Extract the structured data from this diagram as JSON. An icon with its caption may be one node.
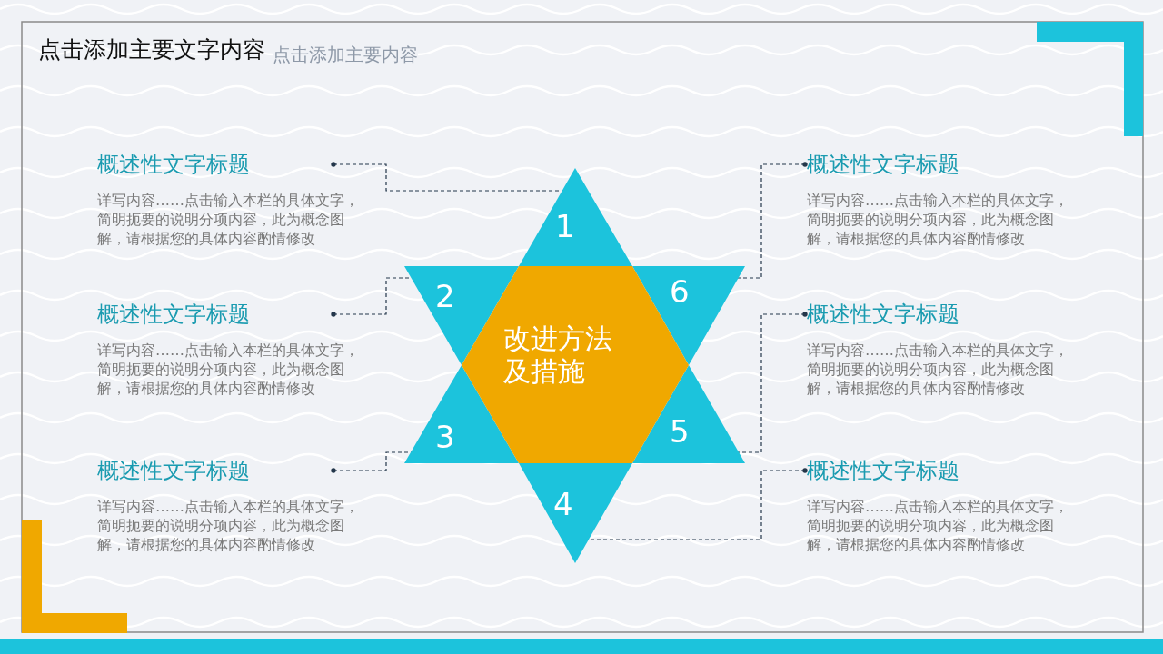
{
  "diagram": {
    "title": "点击添加主要文字内容",
    "nodes": [
      {
        "text": [
          "改进方法及措施"
        ]
      },
      {
        "text": [
          "1"
        ]
      },
      {
        "text": [
          "2"
        ]
      },
      {
        "text": [
          "3"
        ]
      },
      {
        "text": [
          "4"
        ]
      },
      {
        "text": [
          "5"
        ]
      },
      {
        "text": [
          "6"
        ]
      },
      {
        "text": [
          "概述性文字标题",
          "详写内容……点击输入本栏的具体文字，简明扼要的说明分项内容，此为概念图解，请根据您的具体内容酌情修改"
        ]
      },
      {
        "text": [
          "概述性文字标题",
          "详写内容……点击输入本栏的具体文字，简明扼要的说明分项内容，此为概念图解，请根据您的具体内容酌情修改"
        ]
      },
      {
        "text": [
          "概述性文字标题",
          "详写内容……点击输入本栏的具体文字，简明扼要的说明分项内容，此为概念图解，请根据您的具体内容酌情修改"
        ]
      },
      {
        "text": [
          "概述性文字标题",
          "详写内容……点击输入本栏的具体文字，简明扼要的说明分项内容，此为概念图解，请根据您的具体内容酌情修改"
        ]
      },
      {
        "text": [
          "概述性文字标题",
          "详写内容……点击输入本栏的具体文字，简明扼要的说明分项内容，此为概念图解，请根据您的具体内容酌情修改"
        ]
      },
      {
        "text": [
          "概述性文字标题",
          "详写内容……点击输入本栏的具体文字，简明扼要的说明分项内容，此为概念图解，请根据您的具体内容酌情修改"
        ]
      }
    ],
    "edges": [
      {
        "from": 7,
        "to": 1,
        "arrow": "other",
        "style": "dashed"
      },
      {
        "from": 8,
        "to": 2,
        "arrow": "other",
        "style": "dashed"
      },
      {
        "from": 9,
        "to": 3,
        "arrow": "other",
        "style": "dashed"
      },
      {
        "from": 10,
        "to": 6,
        "arrow": "other",
        "style": "dashed"
      },
      {
        "from": 11,
        "to": 5,
        "arrow": "other",
        "style": "dashed"
      },
      {
        "from": 12,
        "to": 4,
        "arrow": "other",
        "style": "dashed"
      }
    ],
    "labels": [
      "点击添加主要内容"
    ]
  }
}
